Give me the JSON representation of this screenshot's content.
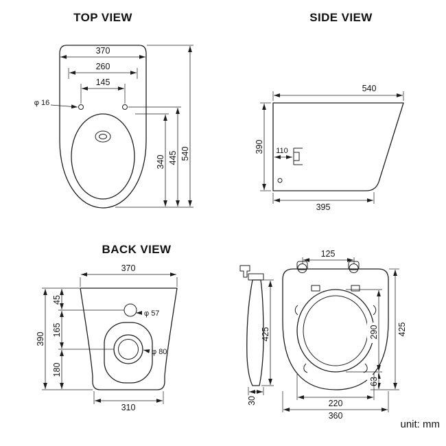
{
  "meta": {
    "unit_label": "unit: mm"
  },
  "top_view": {
    "title": "TOP VIEW",
    "dim_width_outer": "370",
    "dim_width_mid": "260",
    "dim_width_holes": "145",
    "label_hole_dia": "φ 16",
    "dim_length_total": "540",
    "dim_length_rim": "445",
    "dim_length_bowl": "340"
  },
  "side_view": {
    "title": "SIDE VIEW",
    "dim_depth_top": "540",
    "dim_height": "390",
    "dim_outlet_offset": "110",
    "dim_depth_bottom": "395"
  },
  "back_view": {
    "title": "BACK VIEW",
    "dim_width_top": "370",
    "dim_top_to_inlet": "45",
    "dim_inlet_to_outlet": "165",
    "dim_outlet_to_bottom": "180",
    "dim_height": "390",
    "label_inlet_dia": "φ 57",
    "label_outlet_dia": "φ 80",
    "dim_width_bottom": "310"
  },
  "seat_view": {
    "dim_hinge_spacing": "125",
    "dim_profile_length": "425",
    "dim_profile_thickness": "30",
    "dim_length_total": "425",
    "dim_bowl_opening_length": "290",
    "dim_tail_length": "63",
    "dim_bowl_opening_width": "220",
    "dim_width_total": "360"
  }
}
